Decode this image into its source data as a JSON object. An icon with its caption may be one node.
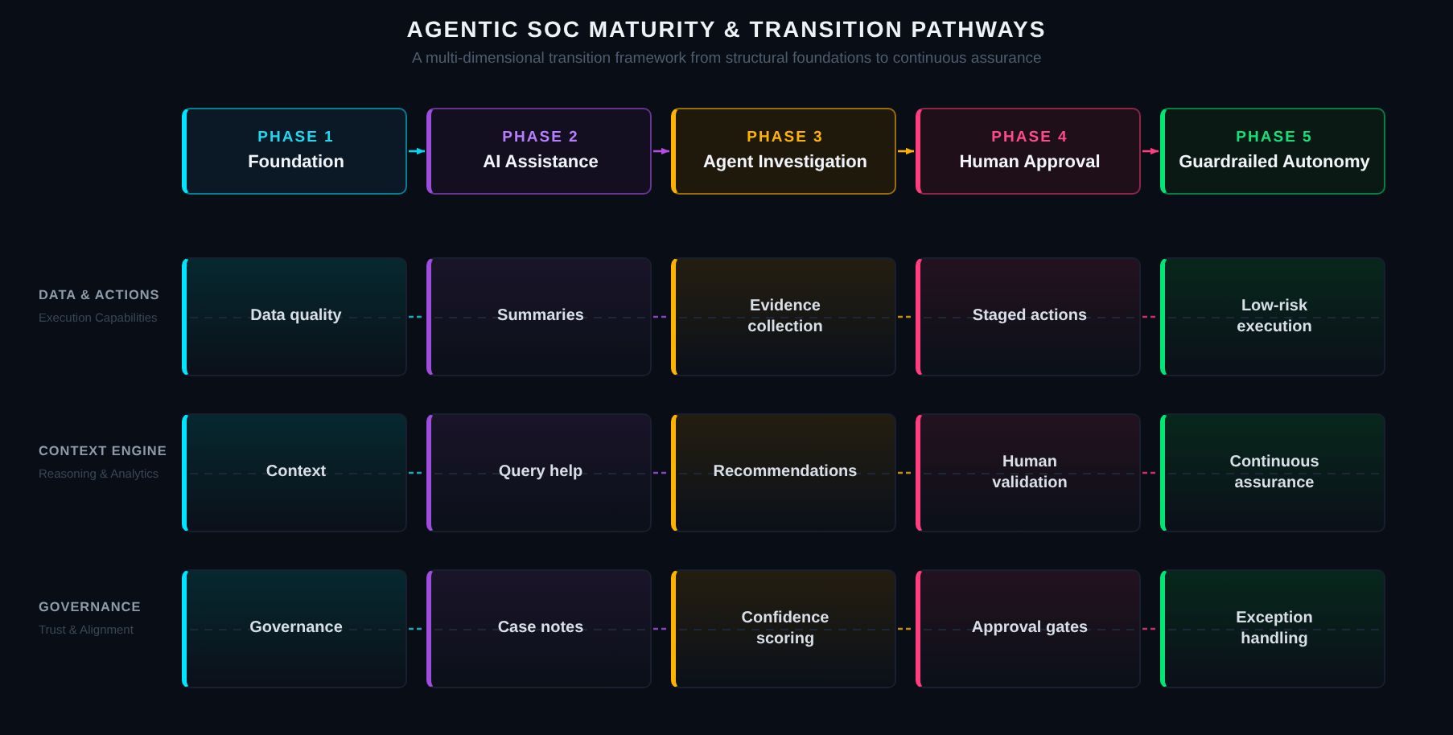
{
  "diagram": {
    "title": "AGENTIC SOC MATURITY & TRANSITION PATHWAYS",
    "nodes": [
      {
        "text": [
          "PHASE 1",
          "Foundation"
        ]
      },
      {
        "text": [
          "PHASE 2",
          "AI Assistance"
        ]
      },
      {
        "text": [
          "PHASE 3",
          "Agent Investigation"
        ]
      },
      {
        "text": [
          "PHASE 4",
          "Human Approval"
        ]
      },
      {
        "text": [
          "PHASE 5",
          "Guardrailed Autonomy"
        ]
      },
      {
        "text": [
          "Data quality"
        ]
      },
      {
        "text": [
          "Summaries"
        ]
      },
      {
        "text": [
          "Evidence collection"
        ]
      },
      {
        "text": [
          "Staged actions"
        ]
      },
      {
        "text": [
          "Low-risk execution"
        ]
      },
      {
        "text": [
          "Context"
        ]
      },
      {
        "text": [
          "Query help"
        ]
      },
      {
        "text": [
          "Recommendations"
        ]
      },
      {
        "text": [
          "Human validation"
        ]
      },
      {
        "text": [
          "Continuous assurance"
        ]
      },
      {
        "text": [
          "Governance"
        ]
      },
      {
        "text": [
          "Case notes"
        ]
      },
      {
        "text": [
          "Confidence scoring"
        ]
      },
      {
        "text": [
          "Approval gates"
        ]
      },
      {
        "text": [
          "Exception handling"
        ]
      }
    ],
    "edges": [
      {
        "from": 0,
        "to": 1,
        "arrow": "to",
        "color": "#00d8f0"
      },
      {
        "from": 1,
        "to": 2,
        "arrow": "to",
        "color": "#b04fe0"
      },
      {
        "from": 2,
        "to": 3,
        "arrow": "to",
        "color": "#ffb300"
      },
      {
        "from": 3,
        "to": 4,
        "arrow": "to",
        "color": "#ff3d7f"
      },
      {
        "from": 5,
        "to": 6,
        "arrow": "none",
        "style": "dashed",
        "color": "#18a9bd"
      },
      {
        "from": 6,
        "to": 7,
        "arrow": "none",
        "style": "dashed",
        "color": "#8a44c0"
      },
      {
        "from": 7,
        "to": 8,
        "arrow": "none",
        "style": "dashed",
        "color": "#c98e0a"
      },
      {
        "from": 8,
        "to": 9,
        "arrow": "none",
        "style": "dashed",
        "color": "#c8306a"
      },
      {
        "from": 10,
        "to": 11,
        "arrow": "none",
        "style": "dashed",
        "color": "#18a9bd"
      },
      {
        "from": 11,
        "to": 12,
        "arrow": "none",
        "style": "dashed",
        "color": "#8a44c0"
      },
      {
        "from": 12,
        "to": 13,
        "arrow": "none",
        "style": "dashed",
        "color": "#c98e0a"
      },
      {
        "from": 13,
        "to": 14,
        "arrow": "none",
        "style": "dashed",
        "color": "#c8306a"
      },
      {
        "from": 15,
        "to": 16,
        "arrow": "none",
        "style": "dashed",
        "color": "#18a9bd"
      },
      {
        "from": 16,
        "to": 17,
        "arrow": "none",
        "style": "dashed",
        "color": "#8a44c0"
      },
      {
        "from": 17,
        "to": 18,
        "arrow": "none",
        "style": "dashed",
        "color": "#c98e0a"
      },
      {
        "from": 18,
        "to": 19,
        "arrow": "none",
        "style": "dashed",
        "color": "#c8306a"
      }
    ],
    "labels": [
      "A multi-dimensional transition framework from structural foundations to continuous assurance",
      "DATA & ACTIONS",
      "Execution Capabilities",
      "CONTEXT ENGINE",
      "Reasoning & Analytics",
      "GOVERNANCE",
      "Trust & Alignment"
    ]
  }
}
